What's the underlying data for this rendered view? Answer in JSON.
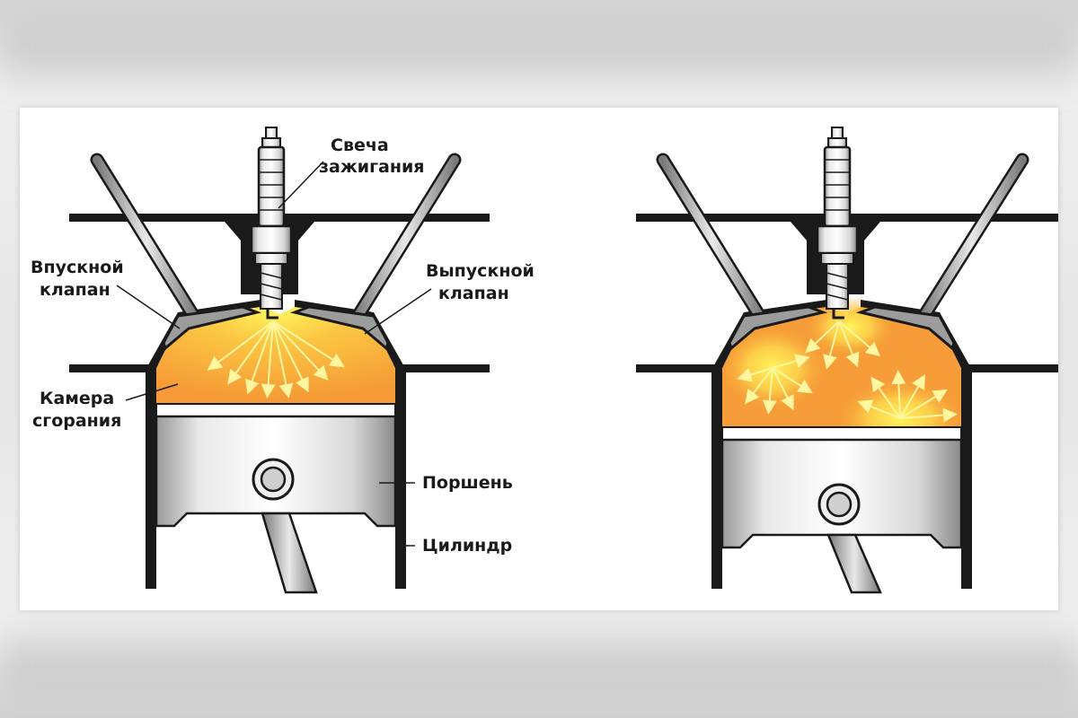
{
  "labels": {
    "spark_plug_line1": "Свеча",
    "spark_plug_line2": "зажигания",
    "intake_line1": "Впускной",
    "intake_line2": "клапан",
    "exhaust_line1": "Выпускной",
    "exhaust_line2": "клапан",
    "chamber_line1": "Камера",
    "chamber_line2": "сгорания",
    "piston": "Поршень",
    "cylinder": "Цилиндр"
  },
  "colors": {
    "flame_orange": "#f7a23a",
    "flame_yellow": "#fff25a",
    "metal_light": "#f2f2f2",
    "metal_dark": "#8c8c8c",
    "outline": "#1a1a1a"
  }
}
